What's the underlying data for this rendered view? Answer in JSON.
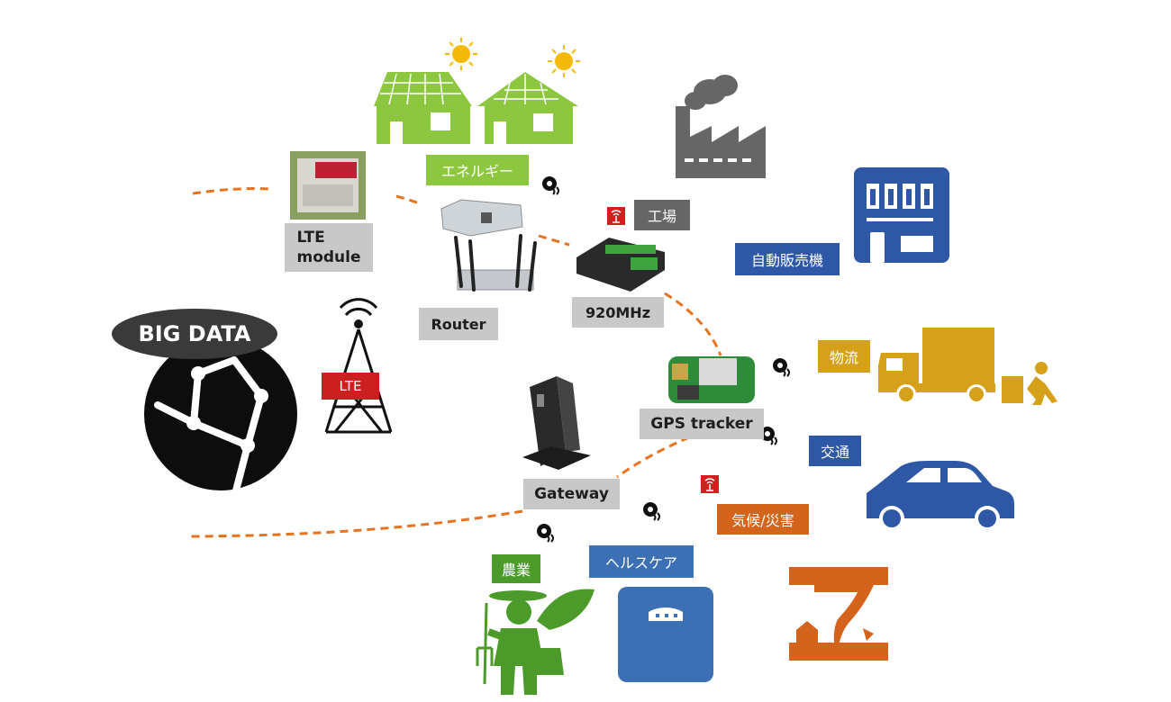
{
  "labels": {
    "big_data": "BIG DATA",
    "lte_tower": "LTE",
    "lte_module": "LTE\nmodule",
    "router": "Router",
    "freq_920": "920MHz",
    "gps_tracker": "GPS tracker",
    "gateway": "Gateway",
    "energy": "エネルギー",
    "factory": "工場",
    "vending": "自動販売機",
    "logistics": "物流",
    "traffic": "交通",
    "climate": "気候/災害",
    "agriculture": "農業",
    "healthcare": "ヘルスケア"
  },
  "colors": {
    "energy_green": "#8dc63f",
    "factory_gray": "#666666",
    "vending_blue": "#2e58a6",
    "logistics_gold": "#d6a11a",
    "traffic_blue": "#2e58a6",
    "climate_orange": "#d4641c",
    "agri_green": "#4c9a2a",
    "health_blue": "#3c6fb3",
    "link_orange": "#e8731f"
  }
}
